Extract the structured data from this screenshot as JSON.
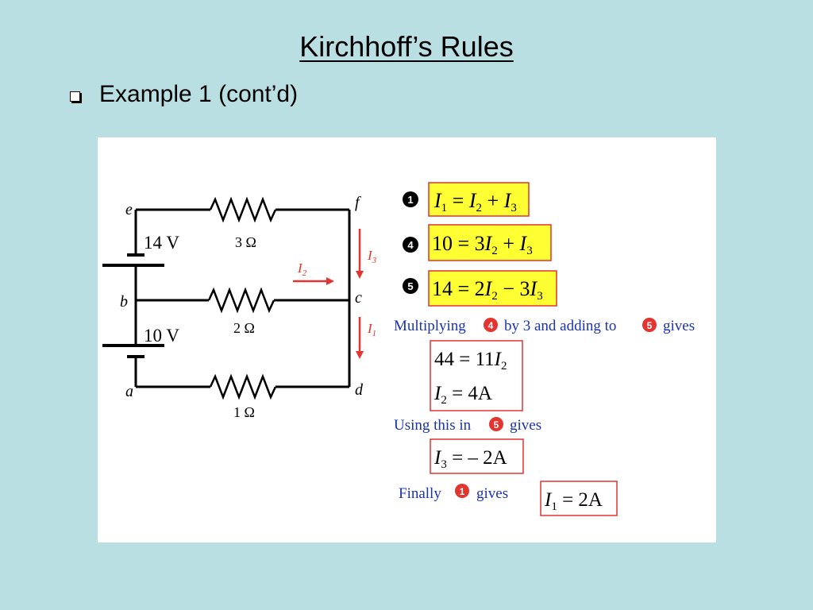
{
  "title": "Kirchhoff’s Rules",
  "bullet": "Example 1 (cont’d)",
  "circuit": {
    "nodes": {
      "e": "e",
      "f": "f",
      "b": "b",
      "c": "c",
      "a": "a",
      "d": "d"
    },
    "batteries": {
      "top": "14 V",
      "bottom": "10 V"
    },
    "resistors": {
      "top": "3 Ω",
      "middle": "2 Ω",
      "bottom": "1 Ω"
    },
    "currents": {
      "i2": "I",
      "i2_sub": "2",
      "i3": "I",
      "i3_sub": "3",
      "i1": "I",
      "i1_sub": "1"
    }
  },
  "equations": {
    "marker1": "1",
    "marker4": "4",
    "marker5": "5",
    "multiplying_text_a": "Multiplying",
    "multiplying_text_b": "by 3 and adding to",
    "multiplying_text_c": "gives",
    "using_text_a": "Using this in",
    "using_text_b": "gives",
    "finally_text_a": "Finally",
    "finally_text_b": "gives"
  },
  "colors": {
    "background": "#b9dfe3",
    "highlight": "#ffff33",
    "box_border": "#e3342f",
    "current_arrow": "#e3342f",
    "annotation_text": "#1a33b3",
    "marker_fill": "#e3342f"
  }
}
